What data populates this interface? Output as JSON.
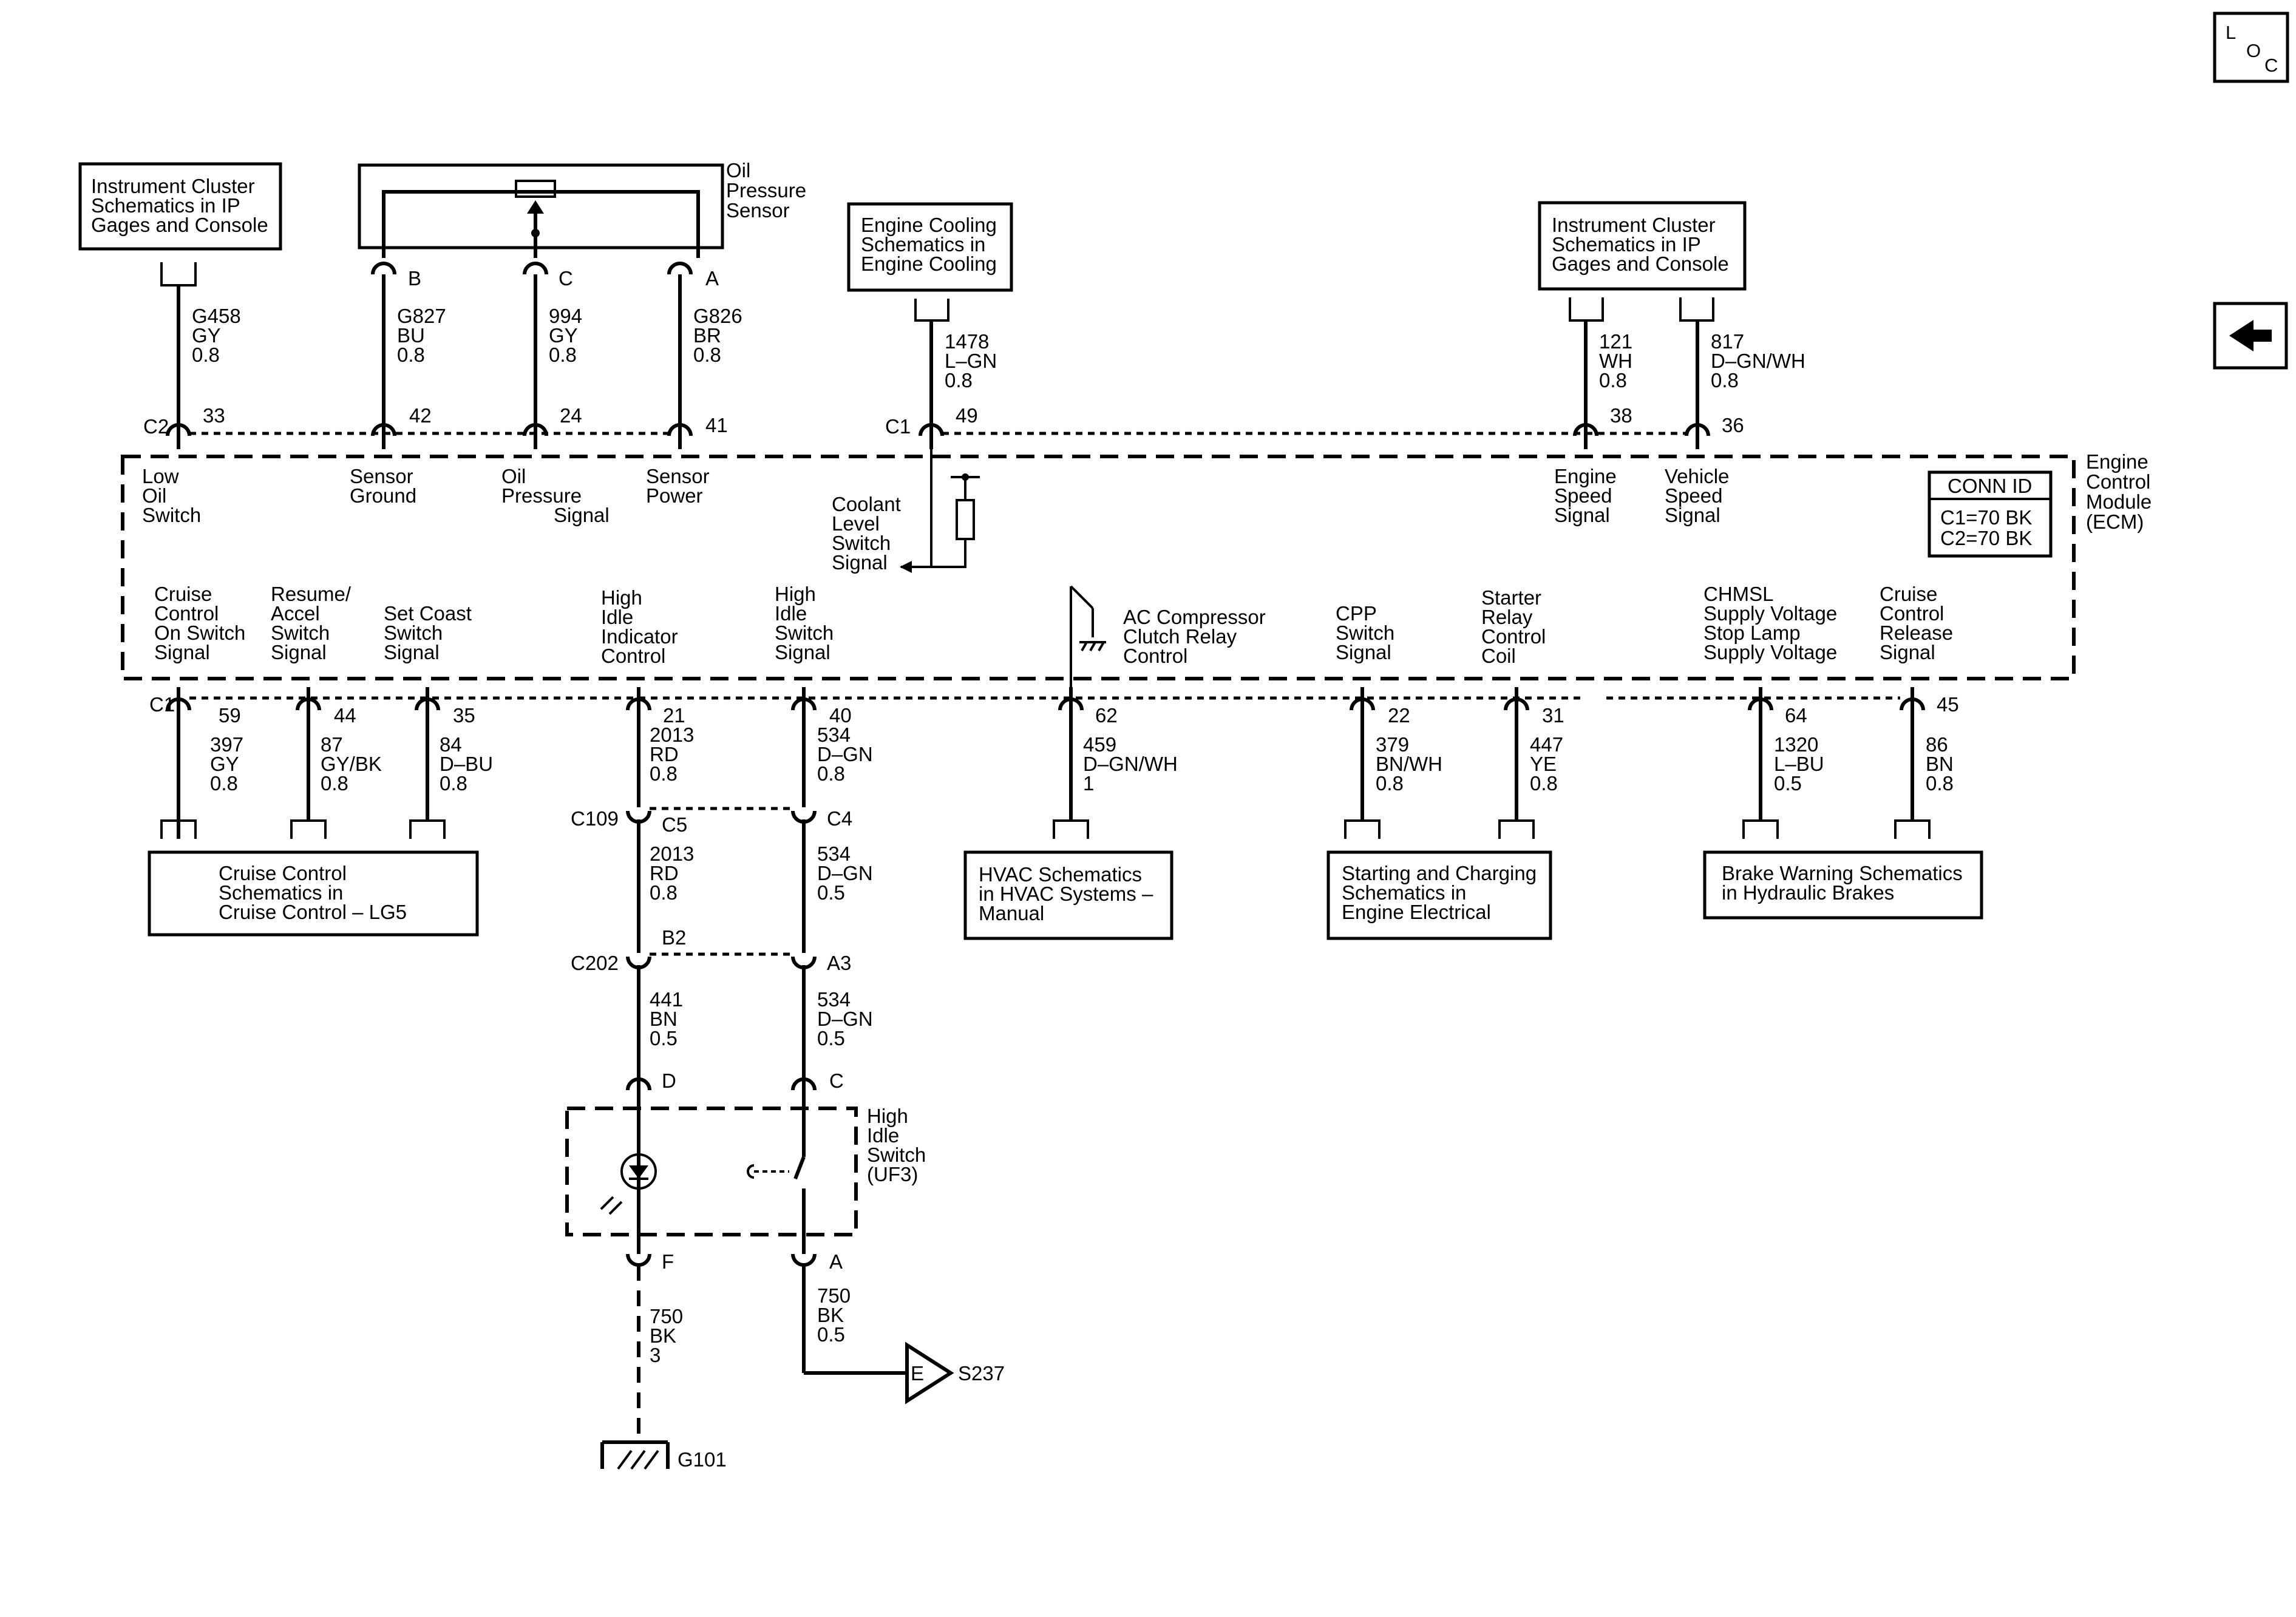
{
  "loc_icon": {
    "l": "L",
    "o": "O",
    "c": "C"
  },
  "nav": {
    "back_icon": "left-arrow-icon"
  },
  "refs": {
    "ic_left": [
      "Instrument Cluster",
      "Schematics in IP",
      "Gages and Console"
    ],
    "cooling": [
      "Engine Cooling",
      "Schematics in",
      "Engine Cooling"
    ],
    "ic_right": [
      "Instrument Cluster",
      "Schematics in IP",
      "Gages and Console"
    ],
    "cruise": [
      "Cruise Control",
      "Schematics in",
      "Cruise Control – LG5"
    ],
    "hvac": [
      "HVAC Schematics",
      "in HVAC Systems –",
      "Manual"
    ],
    "starting": [
      "Starting and Charging",
      "Schematics in",
      "Engine Electrical"
    ],
    "brake": [
      "Brake Warning Schematics",
      "in Hydraulic Brakes"
    ]
  },
  "oil_sensor": {
    "label": [
      "Oil",
      "Pressure",
      "Sensor"
    ],
    "pins": {
      "b": "B",
      "c": "C",
      "a": "A"
    }
  },
  "ecm": {
    "label": [
      "Engine",
      "Control",
      "Module",
      "(ECM)"
    ],
    "conn_title": "CONN ID",
    "conn_rows": [
      "C1=70 BK",
      "C2=70 BK"
    ],
    "c2": "C2",
    "c1_top": "C1",
    "c1_bottom": "C1",
    "top_pins": {
      "p33": "33",
      "p42": "42",
      "p24": "24",
      "p41": "41",
      "p49": "49",
      "p38": "38",
      "p36": "36"
    },
    "bottom_pins": {
      "p59": "59",
      "p44": "44",
      "p35": "35",
      "p21": "21",
      "p40": "40",
      "p62": "62",
      "p22": "22",
      "p31": "31",
      "p64": "64",
      "p45": "45"
    },
    "signals": {
      "low_oil": [
        "Low",
        "Oil",
        "Switch"
      ],
      "sensor_ground": [
        "Sensor",
        "Ground"
      ],
      "oil_pressure": [
        "Oil",
        "Pressure",
        "Signal"
      ],
      "sensor_power": [
        "Sensor",
        "Power"
      ],
      "coolant": [
        "Coolant",
        "Level",
        "Switch",
        "Signal"
      ],
      "engine_speed": [
        "Engine",
        "Speed",
        "Signal"
      ],
      "vehicle_speed": [
        "Vehicle",
        "Speed",
        "Signal"
      ],
      "cruise_on": [
        "Cruise",
        "Control",
        "On Switch",
        "Signal"
      ],
      "resume": [
        "Resume/",
        "Accel",
        "Switch",
        "Signal"
      ],
      "set_coast": [
        "Set Coast",
        "Switch",
        "Signal"
      ],
      "high_idle_ind": [
        "High",
        "Idle",
        "Indicator",
        "Control"
      ],
      "high_idle_sw": [
        "High",
        "Idle",
        "Switch",
        "Signal"
      ],
      "ac_comp": [
        "AC Compressor",
        "Clutch Relay",
        "Control"
      ],
      "cpp": [
        "CPP",
        "Switch",
        "Signal"
      ],
      "starter": [
        "Starter",
        "Relay",
        "Control",
        "Coil"
      ],
      "chmsl": [
        "CHMSL",
        "Supply Voltage",
        "Stop Lamp",
        "Supply Voltage"
      ],
      "cruise_release": [
        "Cruise",
        "Control",
        "Release",
        "Signal"
      ]
    }
  },
  "wires": {
    "w33": [
      "G458",
      "GY",
      "0.8"
    ],
    "w42": [
      "G827",
      "BU",
      "0.8"
    ],
    "w24": [
      "994",
      "GY",
      "0.8"
    ],
    "w41": [
      "G826",
      "BR",
      "0.8"
    ],
    "w49": [
      "1478",
      "L–GN",
      "0.8"
    ],
    "w38": [
      "121",
      "WH",
      "0.8"
    ],
    "w36": [
      "817",
      "D–GN/WH",
      "0.8"
    ],
    "w59": [
      "397",
      "GY",
      "0.8"
    ],
    "w44": [
      "87",
      "GY/BK",
      "0.8"
    ],
    "w35": [
      "84",
      "D–BU",
      "0.8"
    ],
    "w21": [
      "2013",
      "RD",
      "0.8"
    ],
    "w40": [
      "534",
      "D–GN",
      "0.8"
    ],
    "w62": [
      "459",
      "D–GN/WH",
      "1"
    ],
    "w22": [
      "379",
      "BN/WH",
      "0.8"
    ],
    "w31": [
      "447",
      "YE",
      "0.8"
    ],
    "w64": [
      "1320",
      "L–BU",
      "0.5"
    ],
    "w45": [
      "86",
      "BN",
      "0.8"
    ],
    "w21b": [
      "2013",
      "RD",
      "0.8"
    ],
    "w40b": [
      "534",
      "D–GN",
      "0.5"
    ],
    "w_bn": [
      "441",
      "BN",
      "0.5"
    ],
    "w_dgn": [
      "534",
      "D–GN",
      "0.5"
    ],
    "w_f": [
      "750",
      "BK",
      "3"
    ],
    "w_a": [
      "750",
      "BK",
      "0.5"
    ]
  },
  "connectors": {
    "c109": "C109",
    "c5": "C5",
    "c4": "C4",
    "c202": "C202",
    "b2": "B2",
    "a3": "A3"
  },
  "high_idle_switch": {
    "label": [
      "High",
      "Idle",
      "Switch",
      "(UF3)"
    ],
    "pins": {
      "d": "D",
      "c": "C",
      "f": "F",
      "a": "A"
    }
  },
  "splice": {
    "letter": "E",
    "name": "S237"
  },
  "ground": {
    "name": "G101"
  }
}
